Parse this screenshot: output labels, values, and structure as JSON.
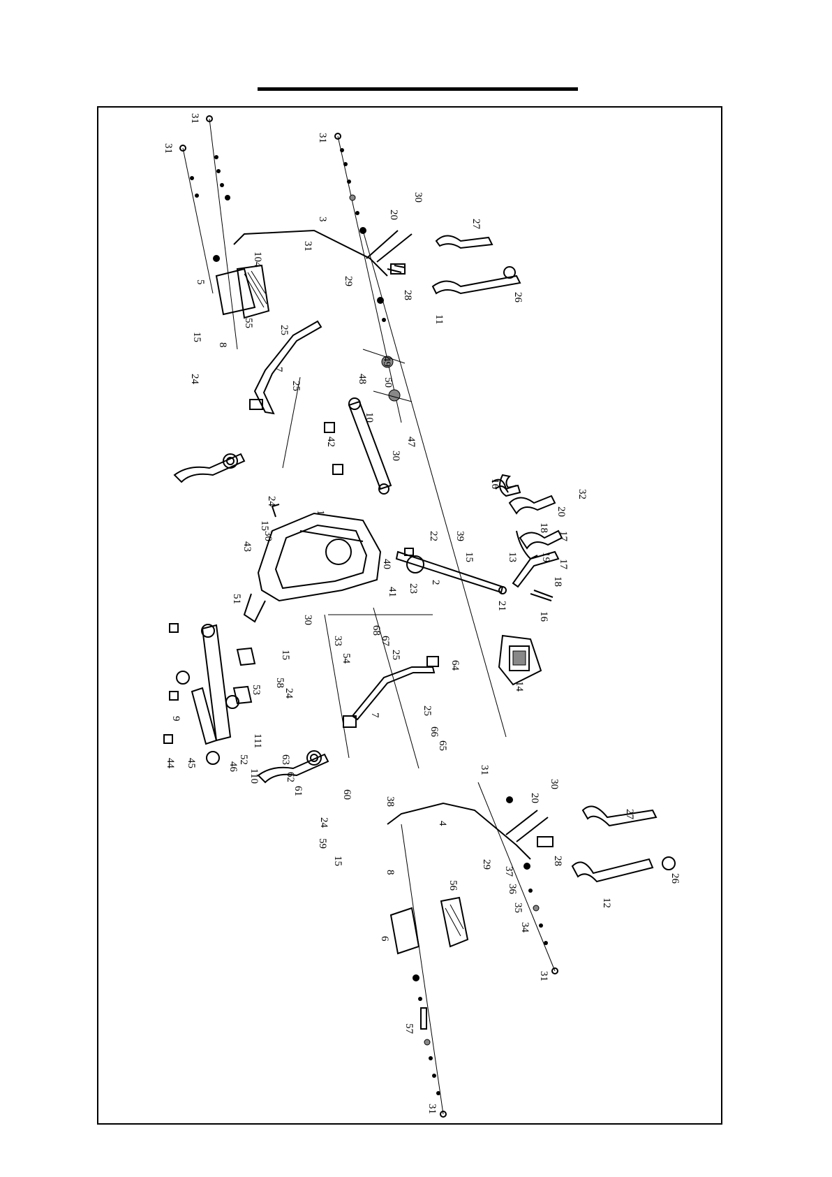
{
  "colors": {
    "ink": "#000000",
    "paper": "#ffffff"
  },
  "labels": {
    "L1": "1",
    "L2": "2",
    "L3": "3",
    "L4": "4",
    "L5": "5",
    "L6": "6",
    "L7a": "7",
    "L7b": "7",
    "L8a": "8",
    "L8b": "8",
    "L9": "9",
    "L10": "10",
    "L11": "11",
    "L12": "12",
    "L13": "13",
    "L14": "14",
    "L15a": "15",
    "L15b": "15",
    "L15c": "15",
    "L15d": "15",
    "L15e": "15",
    "L16a": "16",
    "L16b": "16",
    "L17a": "17",
    "L17b": "17",
    "L18a": "18",
    "L18b": "18",
    "L19": "19",
    "L20a": "20",
    "L20b": "20",
    "L20c": "20",
    "L21": "21",
    "L22": "22",
    "L23": "23",
    "L24a": "24",
    "L24b": "24",
    "L24c": "24",
    "L24d": "24",
    "L25a": "25",
    "L25b": "25",
    "L25c": "25",
    "L25d": "25",
    "L26a": "26",
    "L26b": "26",
    "L27a": "27",
    "L27b": "27",
    "L28a": "28",
    "L28b": "28",
    "L29a": "29",
    "L29b": "29",
    "L30a": "30",
    "L30b": "30",
    "L30c": "30",
    "L30d": "30",
    "L30e": "30",
    "L31a": "31",
    "L31b": "31",
    "L31c": "31",
    "L31d": "31",
    "L31e": "31",
    "L31f": "31",
    "L31g": "31",
    "L32": "32",
    "L33": "33",
    "L34": "34",
    "L35": "35",
    "L36": "36",
    "L37": "37",
    "L38": "38",
    "L39": "39",
    "L40": "40",
    "L41": "41",
    "L42": "42",
    "L43": "43",
    "L44": "44",
    "L45": "45",
    "L46": "46",
    "L47": "47",
    "L48": "48",
    "L49": "49",
    "L50": "50",
    "L51": "51",
    "L52": "52",
    "L53": "53",
    "L54": "54",
    "L55": "55",
    "L56": "56",
    "L57": "57",
    "L58": "58",
    "L59": "59",
    "L60": "60",
    "L61": "61",
    "L62": "62",
    "L63": "63",
    "L64": "64",
    "L65": "65",
    "L66": "66",
    "L67": "67",
    "L68": "68",
    "L104": "104",
    "L110": "110",
    "L111": "111"
  }
}
